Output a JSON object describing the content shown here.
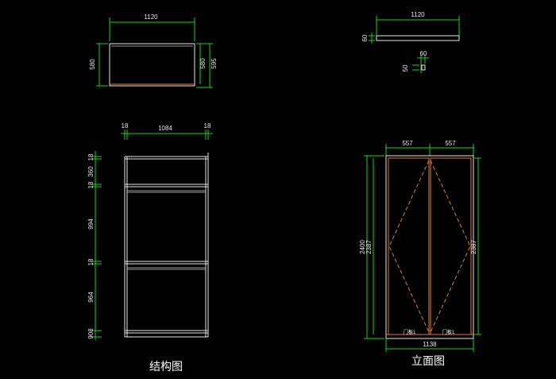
{
  "structure_view": {
    "title": "结构图",
    "top": {
      "width": "1120",
      "depth_left": "580",
      "depth_right_inner": "580",
      "depth_right_outer": "595"
    },
    "front": {
      "side_left": "18",
      "inner_width": "1084",
      "side_right": "18",
      "heights": [
        "18",
        "360",
        "18",
        "994",
        "18",
        "964",
        "908"
      ]
    }
  },
  "elevation_view": {
    "title": "立面图",
    "top": {
      "width": "1120",
      "thickness": "60"
    },
    "detail": {
      "width": "60",
      "height": "50"
    },
    "front": {
      "half_left": "557",
      "half_right": "557",
      "overall_height": "2400",
      "door_height_left": "2387",
      "door_height_right": "2387",
      "bottom_width": "1138",
      "door_label_left": "门板1",
      "door_label_right": "门板1"
    }
  },
  "colors": {
    "dimension": "#18d418",
    "outline": "#e6e6e6",
    "door": "#e07a3a",
    "background": "#000000"
  }
}
